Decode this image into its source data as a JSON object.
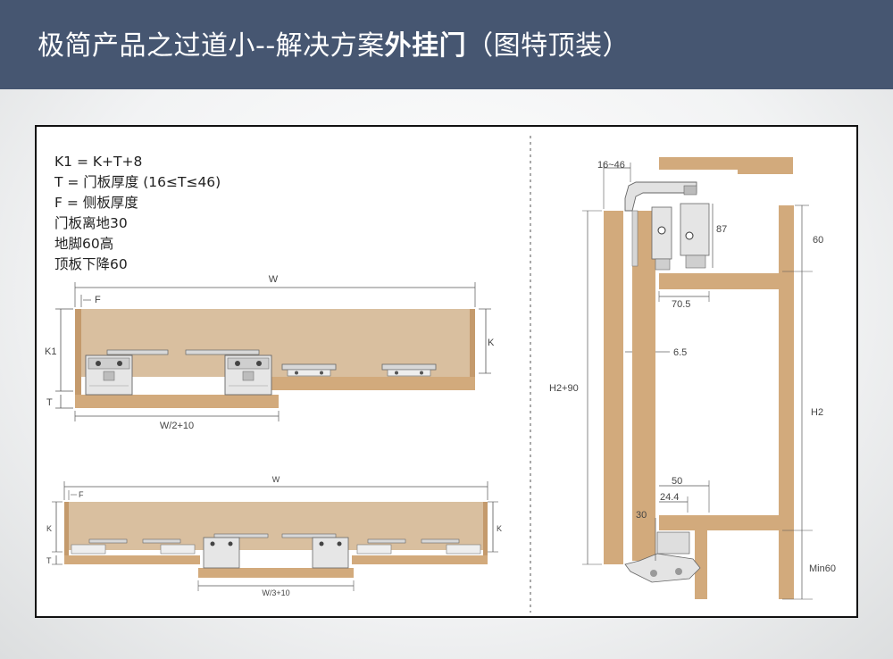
{
  "header": {
    "title_main": "极简产品之过道小--解决方案",
    "title_bold": "外挂门",
    "title_tail": "（图特顶装）"
  },
  "specs": {
    "line1": "K1 = K+T+8",
    "line2": "T = 门板厚度 (16≤T≤46)",
    "line3": "F = 侧板厚度",
    "line4": "门板离地30",
    "line5": "地脚60高",
    "line6": "顶板下降60"
  },
  "top_diagram": {
    "w": "W",
    "f": "F",
    "k1": "K1",
    "k": "K",
    "t": "T",
    "w_half": "W/2+10"
  },
  "bottom_diagram": {
    "w": "W",
    "f": "F",
    "k_left": "K",
    "k_right": "K",
    "t": "T",
    "w_third": "W/3+10"
  },
  "section": {
    "d16_46": "16~46",
    "d87": "87",
    "d60": "60",
    "d70_5": "70.5",
    "d6_5": "6.5",
    "h2_90": "H2+90",
    "h2": "H2",
    "d50": "50",
    "d24_4": "24.4",
    "d30": "30",
    "min60": "Min60"
  },
  "colors": {
    "header_bg": "#465671",
    "wood_light": "#d9bf9f",
    "wood": "#d2aa7c",
    "metal": "#e3e3e3"
  }
}
